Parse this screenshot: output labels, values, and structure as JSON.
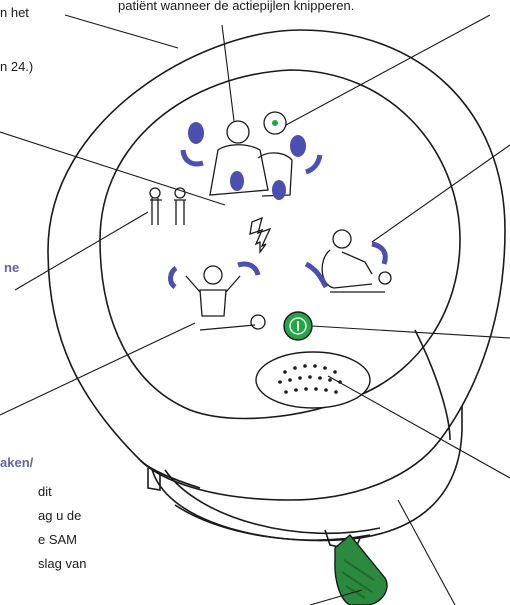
{
  "texts": {
    "top_caption": "patiënt wanneer de actiepijlen knipperen.",
    "left_top_1": "n het",
    "left_top_2": "n 24.)",
    "left_mid_blue": "ne",
    "left_low_blue": "aken/",
    "left_bottom_1": "dit",
    "left_bottom_2": "ag u de",
    "left_bottom_3": "e SAM",
    "left_bottom_4": "slag van"
  },
  "colors": {
    "ink": "#1a1a1a",
    "accent_blue": "#5b5fad",
    "button_green": "#27a34a",
    "handle_green": "#2b8a3e"
  }
}
